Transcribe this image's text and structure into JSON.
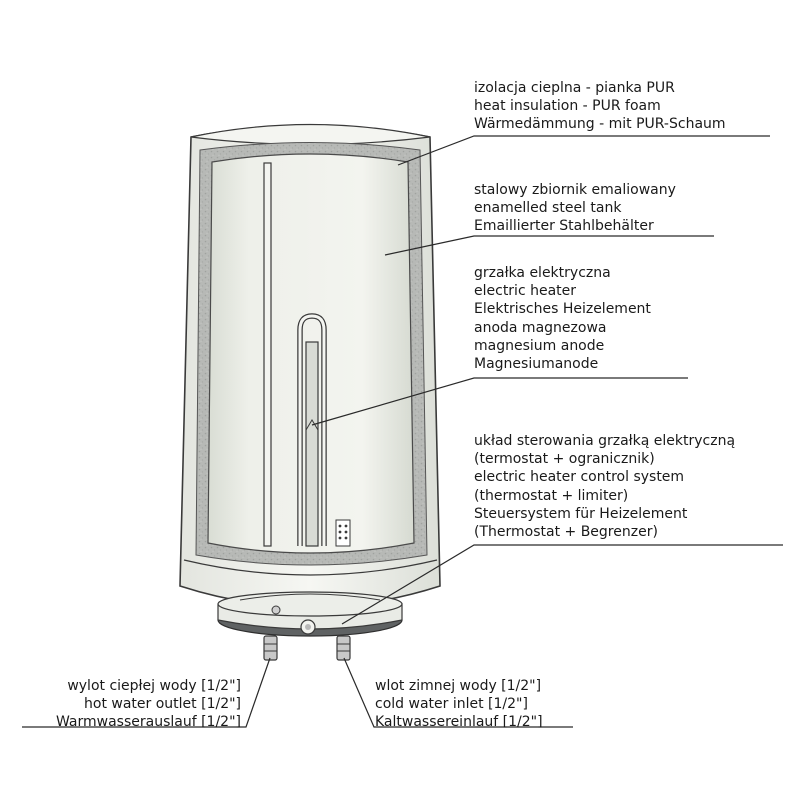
{
  "colors": {
    "line": "#3a3a3a",
    "shell": "#f1f2ee",
    "shell_shade": "#dcdfd8",
    "insulation": "#b7b9b6",
    "tank": "#eef0ea",
    "tank_shade": "#d9ddd4",
    "control_base": "#5f6263",
    "fitting": "#c8c8c8"
  },
  "callouts": [
    {
      "id": "insulation",
      "lines": [
        "izolacja cieplna - pianka PUR",
        "heat insulation - PUR foam",
        "Wärmedämmung - mit PUR-Schaum"
      ]
    },
    {
      "id": "tank",
      "lines": [
        "stalowy zbiornik emaliowany",
        "enamelled steel tank",
        "Emaillierter Stahlbehälter"
      ]
    },
    {
      "id": "heater",
      "lines": [
        "grzałka elektryczna",
        "electric heater",
        "Elektrisches Heizelement",
        "anoda magnezowa",
        "magnesium anode",
        "Magnesiumanode"
      ]
    },
    {
      "id": "control",
      "lines": [
        "układ sterowania grzałką elektryczną",
        "(termostat + ogranicznik)",
        "electric heater control system",
        "(thermostat + limiter)",
        "Steuersystem für Heizelement",
        "(Thermostat + Begrenzer)"
      ]
    },
    {
      "id": "hot-outlet",
      "lines": [
        "wylot ciepłej wody [1/2\"]",
        "hot water outlet [1/2\"]",
        "Warmwasserauslauf [1/2\"]"
      ]
    },
    {
      "id": "cold-inlet",
      "lines": [
        "wlot zimnej wody [1/2\"]",
        "cold water inlet [1/2\"]",
        "Kaltwassereinlauf [1/2\"]"
      ]
    }
  ]
}
